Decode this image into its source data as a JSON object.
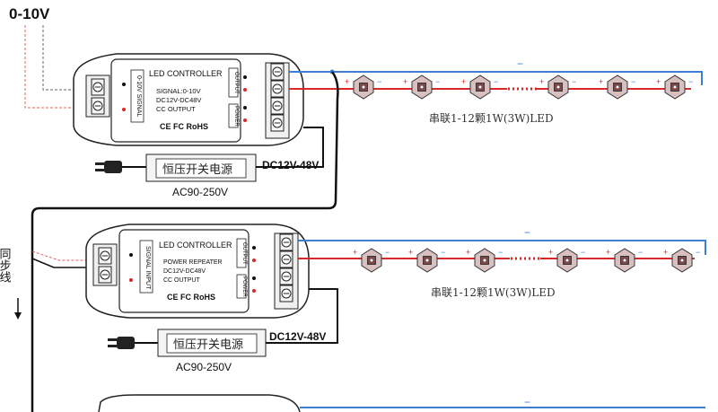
{
  "diagram": {
    "input_label": "0-10V",
    "sync_label": "同步线",
    "colors": {
      "red_wire": "#d8282a",
      "blue_wire": "#3c7fd0",
      "black_wire": "#111111",
      "dashed_red": "#e06060",
      "dashed_gray": "#666666",
      "led_body": "#d9c0c0",
      "led_die": "#7a4a4a",
      "device_stroke": "#222222"
    },
    "controller1": {
      "title": "LED CONTROLLER",
      "line1": "SIGNAL:0-10V",
      "line2": "DC12V-DC48V",
      "line3": "CC OUTPUT",
      "certs": "CE FC RoHS",
      "input_tag": "0-10V SIGNAL",
      "output_tag": "OUTPUT",
      "power_tag": "POWER"
    },
    "controller2": {
      "title": "LED CONTROLLER",
      "line1": "POWER REPEATER",
      "line2": "DC12V-DC48V",
      "line3": "CC OUTPUT",
      "certs": "CE FC RoHS",
      "input_tag": "SIGNAL INPUT",
      "output_tag": "OUTPUT",
      "power_tag": "POWER"
    },
    "psu1": {
      "label": "恒压开关电源",
      "dc": "DC12V-48V",
      "ac": "AC90-250V"
    },
    "psu2": {
      "label": "恒压开关电源",
      "dc": "DC12V-48V",
      "ac": "AC90-250V"
    },
    "led_string1": {
      "caption": "串联1-12颗1W(3W)LED"
    },
    "led_string2": {
      "caption": "串联1-12颗1W(3W)LED"
    },
    "minus": "−",
    "plus": "+"
  }
}
